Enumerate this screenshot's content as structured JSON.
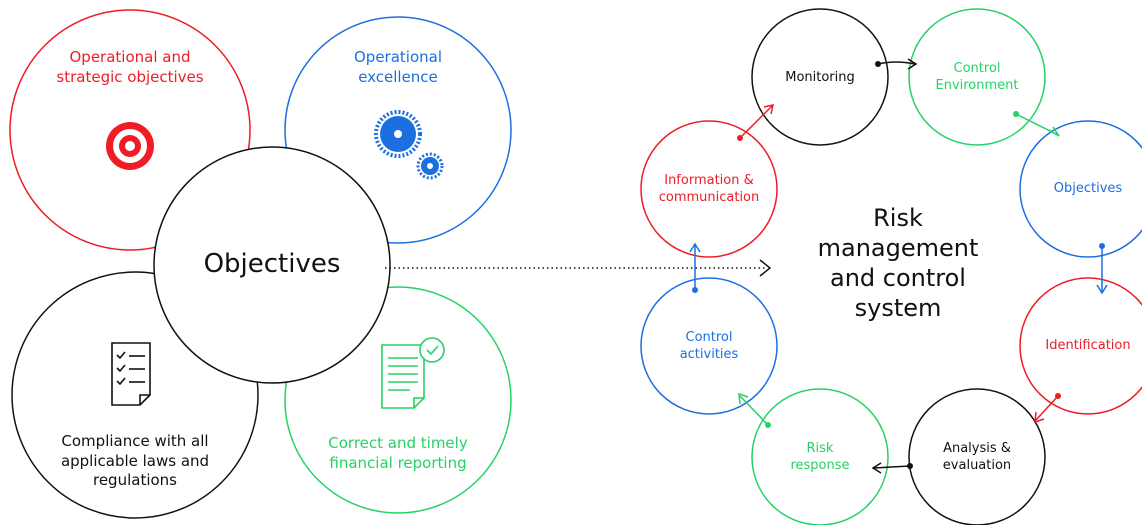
{
  "colors": {
    "red": "#ee1c25",
    "blue": "#1b6fe0",
    "green": "#25d266",
    "black": "#111111"
  },
  "objectives_cluster": {
    "center": "Objectives",
    "operational_strategic": "Operational and strategic objectives",
    "operational_excellence": "Operational excellence",
    "compliance": "Compliance with all applicable laws and regulations",
    "financial_reporting": "Correct and timely financial reporting",
    "icons": [
      "target-icon",
      "gears-icon",
      "checklist-icon",
      "report-clock-icon"
    ]
  },
  "cycle": {
    "title": "Risk management and control system",
    "nodes": [
      {
        "key": "monitoring",
        "label": "Monitoring",
        "color": "black"
      },
      {
        "key": "control_environment",
        "label": "Control Environment",
        "color": "green"
      },
      {
        "key": "objectives",
        "label": "Objectives",
        "color": "blue"
      },
      {
        "key": "identification",
        "label": "Identification",
        "color": "red"
      },
      {
        "key": "analysis",
        "label": "Analysis & evaluation",
        "color": "black"
      },
      {
        "key": "risk_response",
        "label": "Risk response",
        "color": "green"
      },
      {
        "key": "control_activities",
        "label": "Control activities",
        "color": "blue"
      },
      {
        "key": "information",
        "label": "Information & communication",
        "color": "red"
      }
    ]
  }
}
